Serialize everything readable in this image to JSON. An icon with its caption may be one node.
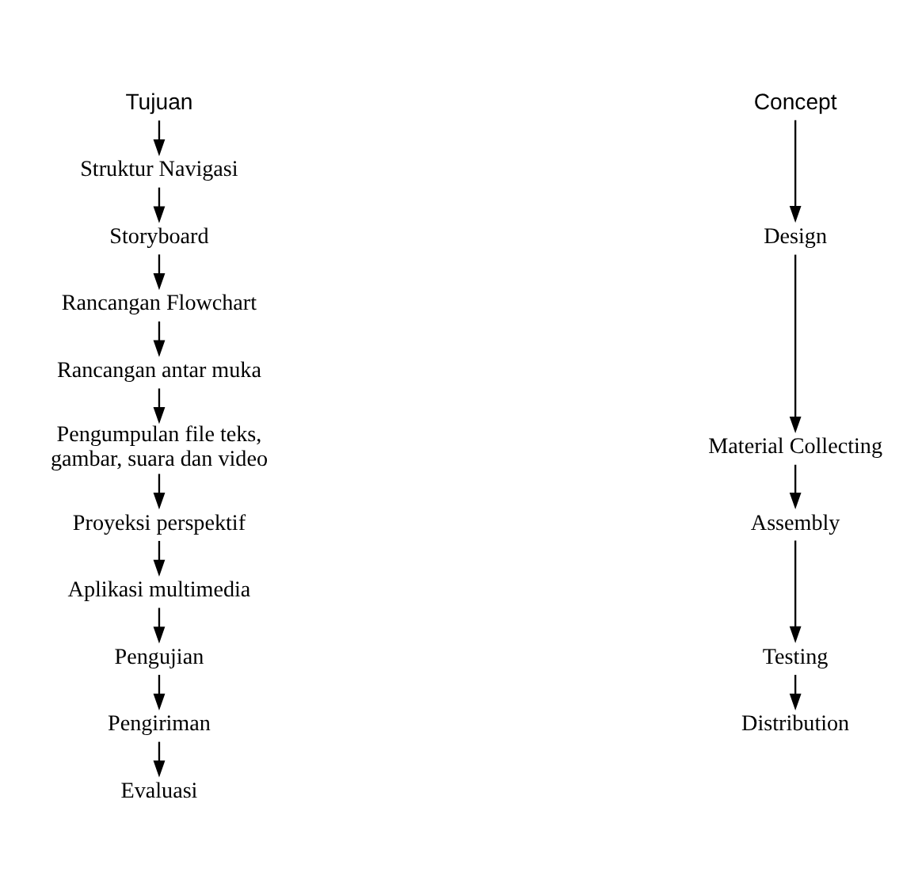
{
  "diagram": {
    "nodes": [
      {
        "text": [
          "Tujuan"
        ]
      },
      {
        "text": [
          "Concept"
        ]
      },
      {
        "text": [
          "Struktur Navigasi"
        ]
      },
      {
        "text": [
          "Storyboard"
        ]
      },
      {
        "text": [
          "Rancangan Flowchart"
        ]
      },
      {
        "text": [
          "Rancangan antar muka"
        ]
      },
      {
        "text": [
          "Design"
        ]
      },
      {
        "text": [
          "Pengumpulan file teks, gambar, suara dan video"
        ]
      },
      {
        "text": [
          "Material Collecting"
        ]
      },
      {
        "text": [
          "Proyeksi perspektif"
        ]
      },
      {
        "text": [
          "Aplikasi multimedia"
        ]
      },
      {
        "text": [
          "Assembly"
        ]
      },
      {
        "text": [
          "Pengujian"
        ]
      },
      {
        "text": [
          "Testing"
        ]
      },
      {
        "text": [
          "Pengiriman"
        ]
      },
      {
        "text": [
          "Distribution"
        ]
      },
      {
        "text": [
          "Evaluasi"
        ]
      }
    ],
    "edges": [
      {
        "from": 0,
        "to": 2,
        "arrow": "to"
      },
      {
        "from": 2,
        "to": 3,
        "arrow": "to"
      },
      {
        "from": 3,
        "to": 4,
        "arrow": "to"
      },
      {
        "from": 4,
        "to": 5,
        "arrow": "to"
      },
      {
        "from": 5,
        "to": 7,
        "arrow": "to"
      },
      {
        "from": 7,
        "to": 9,
        "arrow": "to"
      },
      {
        "from": 9,
        "to": 10,
        "arrow": "to"
      },
      {
        "from": 10,
        "to": 12,
        "arrow": "to"
      },
      {
        "from": 12,
        "to": 14,
        "arrow": "to"
      },
      {
        "from": 14,
        "to": 16,
        "arrow": "to"
      },
      {
        "from": 1,
        "to": 6,
        "arrow": "to"
      },
      {
        "from": 6,
        "to": 8,
        "arrow": "to"
      },
      {
        "from": 8,
        "to": 11,
        "arrow": "to"
      },
      {
        "from": 11,
        "to": 13,
        "arrow": "to"
      },
      {
        "from": 13,
        "to": 15,
        "arrow": "to"
      }
    ]
  }
}
